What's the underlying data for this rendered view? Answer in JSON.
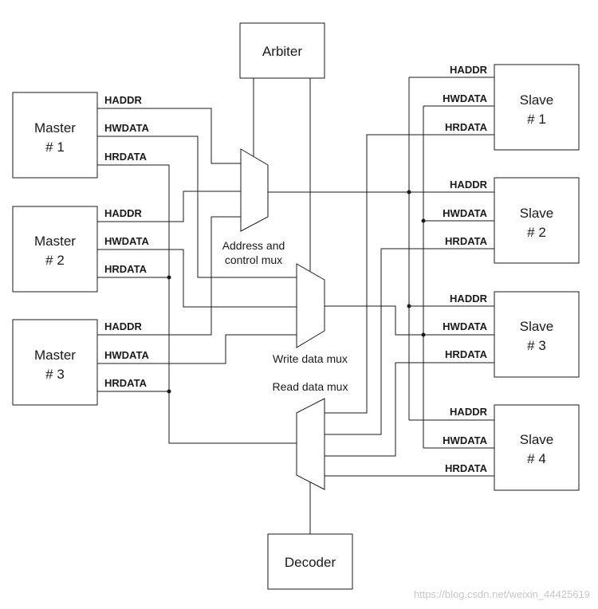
{
  "blocks": {
    "arbiter": "Arbiter",
    "decoder": "Decoder",
    "master1": [
      "Master",
      "# 1"
    ],
    "master2": [
      "Master",
      "# 2"
    ],
    "master3": [
      "Master",
      "# 3"
    ],
    "slave1": [
      "Slave",
      "# 1"
    ],
    "slave2": [
      "Slave",
      "# 2"
    ],
    "slave3": [
      "Slave",
      "# 3"
    ],
    "slave4": [
      "Slave",
      "# 4"
    ]
  },
  "signals": {
    "haddr": "HADDR",
    "hwdata": "HWDATA",
    "hrdata": "HRDATA"
  },
  "mux_labels": {
    "address": [
      "Address and",
      "control mux"
    ],
    "write": "Write data mux",
    "read": "Read data mux"
  },
  "watermark": "https://blog.csdn.net/weixin_44425619"
}
